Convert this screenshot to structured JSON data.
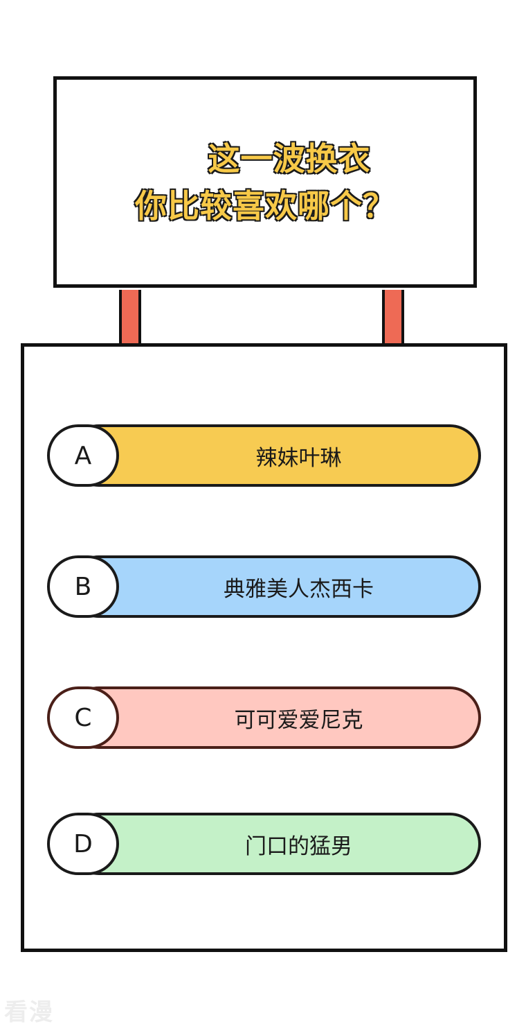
{
  "title": {
    "line1": "这一波换衣",
    "line2": "你比较喜欢哪个？"
  },
  "options": [
    {
      "letter": "A",
      "text": "辣妹叶琳",
      "color": "#F7CB52"
    },
    {
      "letter": "B",
      "text": "典雅美人杰西卡",
      "color": "#A6D5FB"
    },
    {
      "letter": "C",
      "text": "可可爱爱尼克",
      "color": "#FFC8C0"
    },
    {
      "letter": "D",
      "text": "门口的猛男",
      "color": "#C4F1C8"
    }
  ],
  "watermark": "看漫",
  "colors": {
    "title_fill": "#F7C948",
    "post": "#EE6A55",
    "outline": "#111111"
  }
}
